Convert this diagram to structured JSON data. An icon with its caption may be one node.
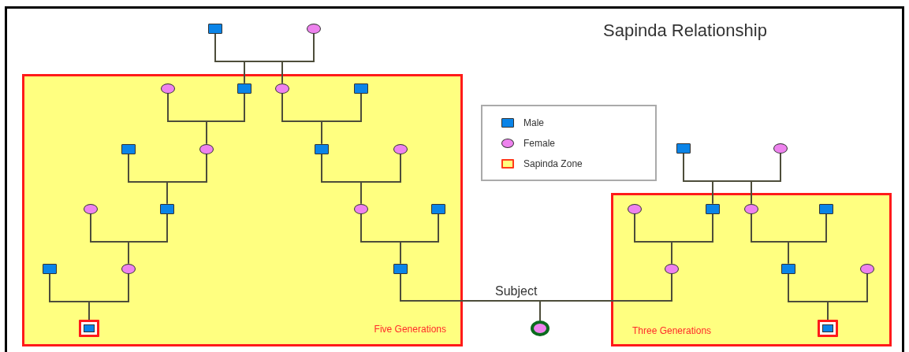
{
  "diagram": {
    "title": "Sapinda Relationship",
    "nodes": [
      {
        "text": [],
        "shape": "box"
      },
      {
        "text": [],
        "shape": "circle"
      },
      {
        "text": [
          "Five Generations"
        ]
      },
      {
        "text": [],
        "shape": "circle",
        "in": 2
      },
      {
        "text": [],
        "shape": "box",
        "in": 2
      },
      {
        "text": [],
        "shape": "circle",
        "in": 2
      },
      {
        "text": [],
        "shape": "box",
        "in": 2
      },
      {
        "text": [],
        "shape": "box",
        "in": 2
      },
      {
        "text": [],
        "shape": "circle",
        "in": 2
      },
      {
        "text": [],
        "shape": "box",
        "in": 2
      },
      {
        "text": [],
        "shape": "circle",
        "in": 2
      },
      {
        "text": [],
        "shape": "circle",
        "in": 2
      },
      {
        "text": [],
        "shape": "box",
        "in": 2
      },
      {
        "text": [],
        "shape": "circle",
        "in": 2
      },
      {
        "text": [],
        "shape": "box",
        "in": 2
      },
      {
        "text": [],
        "shape": "box",
        "in": 2
      },
      {
        "text": [],
        "shape": "circle",
        "in": 2
      },
      {
        "text": [],
        "shape": "box",
        "in": 2
      },
      {
        "text": [],
        "shape": "box",
        "in": 2
      },
      {
        "text": [],
        "shape": "box"
      },
      {
        "text": [],
        "shape": "circle"
      },
      {
        "text": [
          "Three Generations"
        ]
      },
      {
        "text": [],
        "shape": "circle",
        "in": 21
      },
      {
        "text": [],
        "shape": "box",
        "in": 21
      },
      {
        "text": [],
        "shape": "circle",
        "in": 21
      },
      {
        "text": [],
        "shape": "box",
        "in": 21
      },
      {
        "text": [],
        "shape": "circle",
        "in": 21
      },
      {
        "text": [],
        "shape": "box",
        "in": 21
      },
      {
        "text": [],
        "shape": "circle",
        "in": 21
      },
      {
        "text": [],
        "shape": "box",
        "in": 21
      },
      {
        "text": [],
        "shape": "circle",
        "beside": [
          "Subject"
        ]
      }
    ],
    "edges": [
      {
        "from": 0,
        "to": 4,
        "arrow": "none"
      },
      {
        "from": 1,
        "to": 4,
        "arrow": "none"
      },
      {
        "from": 0,
        "to": 5,
        "arrow": "none"
      },
      {
        "from": 1,
        "to": 5,
        "arrow": "none"
      },
      {
        "from": 3,
        "to": 8,
        "arrow": "none"
      },
      {
        "from": 4,
        "to": 8,
        "arrow": "none"
      },
      {
        "from": 7,
        "to": 12,
        "arrow": "none"
      },
      {
        "from": 8,
        "to": 12,
        "arrow": "none"
      },
      {
        "from": 11,
        "to": 16,
        "arrow": "none"
      },
      {
        "from": 12,
        "to": 16,
        "arrow": "none"
      },
      {
        "from": 15,
        "to": 18,
        "arrow": "none"
      },
      {
        "from": 16,
        "to": 18,
        "arrow": "none"
      },
      {
        "from": 5,
        "to": 9,
        "arrow": "none"
      },
      {
        "from": 6,
        "to": 9,
        "arrow": "none"
      },
      {
        "from": 9,
        "to": 13,
        "arrow": "none"
      },
      {
        "from": 10,
        "to": 13,
        "arrow": "none"
      },
      {
        "from": 13,
        "to": 17,
        "arrow": "none"
      },
      {
        "from": 14,
        "to": 17,
        "arrow": "none"
      },
      {
        "from": 17,
        "to": 30,
        "arrow": "none"
      },
      {
        "from": 26,
        "to": 30,
        "arrow": "none"
      },
      {
        "from": 19,
        "to": 23,
        "arrow": "none"
      },
      {
        "from": 20,
        "to": 23,
        "arrow": "none"
      },
      {
        "from": 19,
        "to": 24,
        "arrow": "none"
      },
      {
        "from": 20,
        "to": 24,
        "arrow": "none"
      },
      {
        "from": 22,
        "to": 26,
        "arrow": "none"
      },
      {
        "from": 23,
        "to": 26,
        "arrow": "none"
      },
      {
        "from": 24,
        "to": 27,
        "arrow": "none"
      },
      {
        "from": 25,
        "to": 27,
        "arrow": "none"
      },
      {
        "from": 27,
        "to": 29,
        "arrow": "none"
      },
      {
        "from": 28,
        "to": 29,
        "arrow": "none"
      }
    ],
    "legend": [
      {
        "text": "Male"
      },
      {
        "text": "Female"
      },
      {
        "text": "Sapinda Zone",
        "color": "#ffff80"
      }
    ]
  }
}
